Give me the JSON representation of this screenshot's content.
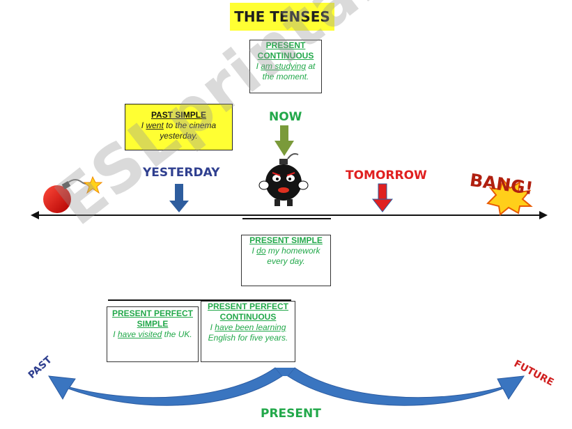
{
  "title": "THE TENSES",
  "time_words": {
    "now": "NOW",
    "yesterday": "YESTERDAY",
    "tomorrow": "TOMORROW",
    "past": "PAST",
    "future": "FUTURE",
    "present": "PRESENT",
    "bang": "BANG!"
  },
  "boxes": {
    "present_continuous": {
      "heading": "PRESENT CONTINUOUS",
      "pre": "I ",
      "verb": "am studying",
      "post": " at the moment."
    },
    "past_simple": {
      "heading": "PAST SIMPLE",
      "pre": "I ",
      "verb": "went",
      "post": " to the cinema yesterday."
    },
    "present_simple": {
      "heading": "PRESENT SIMPLE",
      "pre": "I ",
      "verb": "do",
      "post": " my homework every day."
    },
    "present_perfect_simple": {
      "heading": "PRESENT PERFECT SIMPLE",
      "pre": "I ",
      "verb": "have visited",
      "post": " the UK."
    },
    "present_perfect_continuous": {
      "heading": "PRESENT PERFECT CONTINUOUS",
      "pre": "I ",
      "verb": "have been learning",
      "post": " English for five years."
    }
  },
  "watermark": "ESLprintables.com",
  "colors": {
    "title_bg": "#ffff33",
    "green": "#22a84a",
    "yesterday": "#2f3f8f",
    "tomorrow": "#e02020",
    "arrow_blue": "#2e5d9e",
    "now_arrow": "#7a9a3a"
  },
  "icons": [
    "bomb-icon",
    "angry-bomb-icon",
    "bang-icon"
  ]
}
